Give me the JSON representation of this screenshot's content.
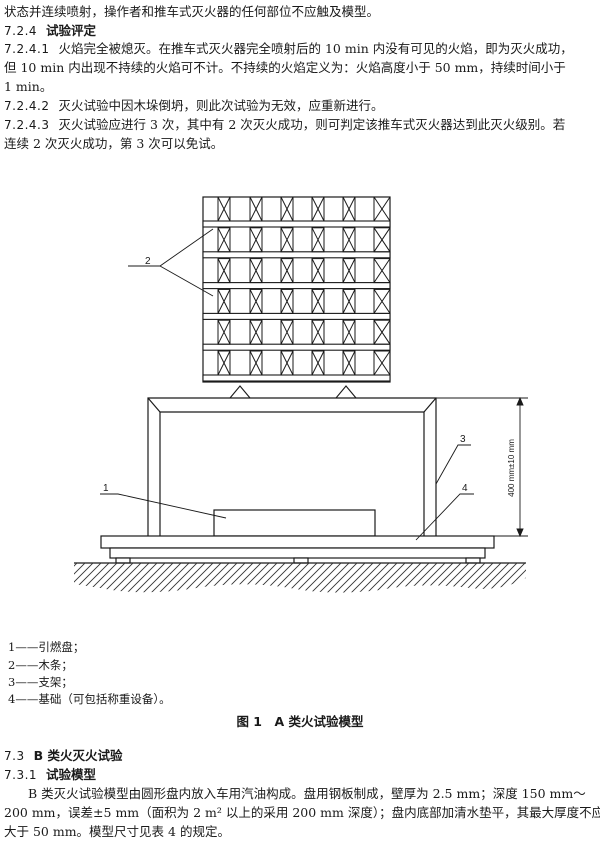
{
  "text": {
    "line_top": "状态并连续喷射，操作者和推车式灭火器的任何部位不应触及模型。",
    "s724_num": "7.2.4",
    "s724_title": "试验评定",
    "s7241_num": "7.2.4.1",
    "s7241_text": "火焰完全被熄灭。在推车式灭火器完全喷射后的 10 min 内没有可见的火焰，即为灭火成功，",
    "s7241_cont1": "但 10 min 内出现不持续的火焰可不计。不持续的火焰定义为：火焰高度小于 50 mm，持续时间小于",
    "s7241_cont2": "1 min。",
    "s7242_num": "7.2.4.2",
    "s7242_text": "灭火试验中因木垛倒坍，则此次试验为无效，应重新进行。",
    "s7243_num": "7.2.4.3",
    "s7243_text": "灭火试验应进行 3 次，其中有 2 次灭火成功，则可判定该推车式灭火器达到此灭火级别。若",
    "s7243_cont": "连续 2 次灭火成功，第 3 次可以免试。"
  },
  "figure": {
    "labels": {
      "l1": "1",
      "l2": "2",
      "l3": "3",
      "l4": "4"
    },
    "dimension": "400 mm±10 mm",
    "legend": [
      "1——引燃盘；",
      "2——木条；",
      "3——支架；",
      "4——基础（可包括称重设备）。"
    ],
    "caption": "图 1　A 类火试验模型"
  },
  "text2": {
    "s73_num": "7.3",
    "s73_title": "B 类火灭火试验",
    "s731_num": "7.3.1",
    "s731_title": "试验模型",
    "p1": "B 类灭火试验模型由圆形盘内放入车用汽油构成。盘用钢板制成，壁厚为 2.5 mm；深度 150 mm～",
    "p2": "200 mm，误差±5 mm（面积为 2 m² 以上的采用 200 mm 深度）；盘内底部加清水垫平，其最大厚度不应",
    "p3": "大于 50 mm。模型尺寸见表 4 的规定。"
  }
}
